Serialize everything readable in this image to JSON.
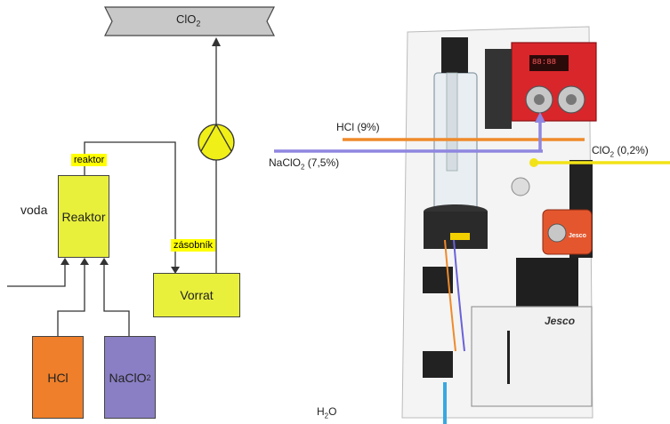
{
  "schema": {
    "pipe_label": "ClO",
    "pipe_sub": "2",
    "water_label": "voda",
    "reactor_tag": "reaktor",
    "reactor_box": "Reaktor",
    "storage_tag": "zásobník",
    "storage_box": "Vorrat",
    "hcl_box": "HCl",
    "naclo2_box_main": "NaClO",
    "naclo2_box_sub": "2"
  },
  "photo": {
    "hcl_label": "HCl (9%)",
    "naclo2_label_main": "NaClO",
    "naclo2_label_sub": "2",
    "naclo2_label_pct": " (7,5%)",
    "clo2_label_main": "ClO",
    "clo2_label_sub": "2",
    "clo2_label_pct": " (0,2%)",
    "h2o_label_main": "H",
    "h2o_label_sub": "2",
    "h2o_label_end": "O",
    "brand_main": "Jesco",
    "brand_pump": "Jesco",
    "screen_text": "88:88"
  },
  "colors": {
    "box_yellow": "#e8f03c",
    "box_orange": "#ef7f2a",
    "box_purple": "#8a7fc4",
    "line_hcl": "#ef8a2a",
    "line_naclo2": "#8f86e0",
    "line_clo2": "#f2e318",
    "line_h2o": "#39a8e0",
    "panel_red": "#d9262b"
  }
}
